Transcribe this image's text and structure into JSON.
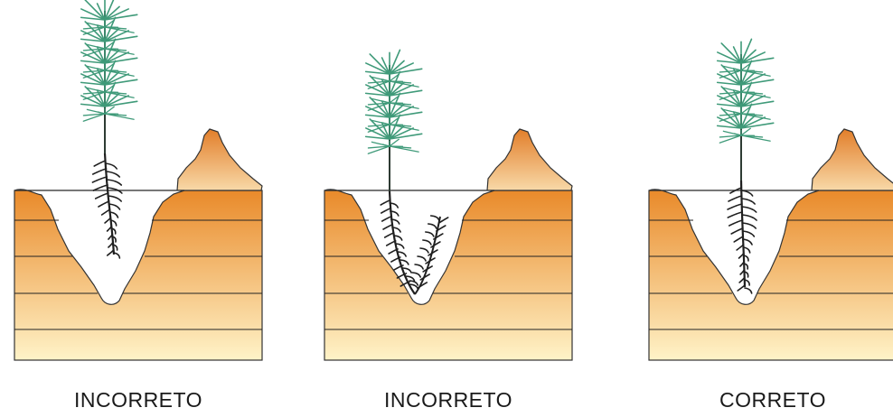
{
  "panels": [
    {
      "label": "INCORRETO",
      "variant": "roots-hanging"
    },
    {
      "label": "INCORRETO",
      "variant": "roots-bent"
    },
    {
      "label": "CORRETO",
      "variant": "roots-straight"
    }
  ],
  "colors": {
    "soil_top": "#e98a2a",
    "soil_bottom": "#fff3c8",
    "mound_top": "#e27e2a",
    "mound_bottom": "#f8d9a8",
    "needles": "#3f9a79",
    "roots": "#1f1f1f",
    "outline": "#333333"
  }
}
